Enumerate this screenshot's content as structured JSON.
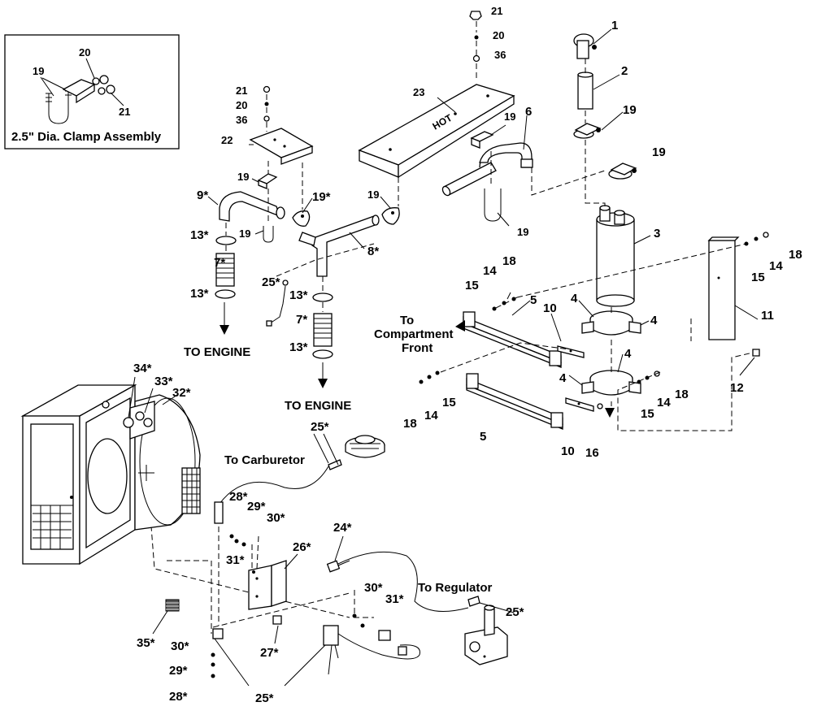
{
  "inset": {
    "title": "2.5\" Dia. Clamp Assembly",
    "callouts": [
      "20",
      "19",
      "21"
    ]
  },
  "notes": {
    "to_engine_left": "TO ENGINE",
    "to_engine_right": "TO ENGINE",
    "to_compartment_1": "To",
    "to_compartment_2": "Compartment",
    "to_compartment_3": "Front",
    "to_carburetor": "To Carburetor",
    "to_regulator": "To Regulator",
    "hot": "HOT"
  },
  "callouts": {
    "c1": "1",
    "c2": "2",
    "c3": "3",
    "c4a": "4",
    "c4b": "4",
    "c4c": "4",
    "c4d": "4",
    "c5a": "5",
    "c5b": "5",
    "c6": "6",
    "c7a": "7*",
    "c7b": "7*",
    "c8": "8*",
    "c9": "9*",
    "c10a": "10",
    "c10b": "10",
    "c11": "11",
    "c12": "12",
    "c13a": "13*",
    "c13b": "13*",
    "c13c": "13*",
    "c13d": "13*",
    "c14a": "14",
    "c14b": "14",
    "c14c": "14",
    "c14d": "14",
    "c15a": "15",
    "c15b": "15",
    "c15c": "15",
    "c15d": "15",
    "c16": "16",
    "c18a": "18",
    "c18b": "18",
    "c18c": "18",
    "c18d": "18",
    "c19a": "19",
    "c19b": "19*",
    "c19c": "19",
    "c19d": "19",
    "c19e": "19",
    "c19f": "19",
    "c19g": "19",
    "c19h": "19",
    "c20a": "20",
    "c20b": "20",
    "c21a": "21",
    "c21b": "21",
    "c22": "22",
    "c23": "23",
    "c24": "24*",
    "c25a": "25*",
    "c25b": "25*",
    "c25c": "25*",
    "c25d": "25*",
    "c26": "26*",
    "c27": "27*",
    "c28a": "28*",
    "c28b": "28*",
    "c29a": "29*",
    "c29b": "29*",
    "c30a": "30*",
    "c30b": "30*",
    "c30c": "30*",
    "c31a": "31*",
    "c31b": "31*",
    "c32": "32*",
    "c33": "33*",
    "c34": "34*",
    "c35": "35*",
    "c36a": "36",
    "c36b": "36"
  }
}
